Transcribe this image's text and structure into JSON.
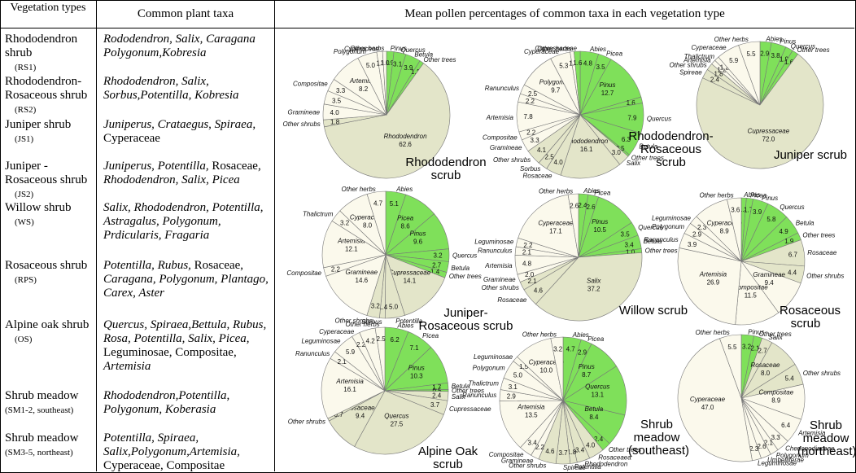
{
  "header": {
    "col1": "Vegetation types",
    "col2": "Common plant taxa",
    "col3": "Mean pollen percentages of common taxa in each vegetation type"
  },
  "rows": [
    {
      "type": "Rhododendron shrub",
      "abbr": "(RS1)",
      "taxa": "Rododendron, Salix, Caragana Polygonum,Kobresia"
    },
    {
      "type": "Rhododendron-Rosaceous shrub",
      "abbr": "(RS2)",
      "taxa": "Rhododendron, Salix, Sorbus,Potentilla, Kobresia"
    },
    {
      "type": "Juniper shrub",
      "abbr": "(JS1)",
      "taxa_italic": "Juniperus, Crataegus, Spiraea,",
      "taxa_plain": "Cyperaceae"
    },
    {
      "type": "Juniper - Rosaceous shrub",
      "abbr": "(JS2)",
      "taxa_italic": "Juniperus, Potentilla,",
      "taxa_plain": "Rosaceae,",
      "taxa_italic2": "Rhododendron, Salix, Picea"
    },
    {
      "type": "Willow shrub",
      "abbr": "(WS)",
      "taxa": "Salix, Rhododendron, Potentilla, Astragalus, Polygonum, Prdicularis, Fragaria"
    },
    {
      "type": "Rosaceous shrub",
      "abbr": "(RPS)",
      "taxa_italic": "Potentilla, Rubus,",
      "taxa_plain": "Rosaceae,",
      "taxa_italic2": "Caragana, Polygonum, Plantago, Carex, Aster"
    },
    {
      "type": "Alpine oak shrub",
      "abbr": "(OS)",
      "taxa_italic": "Quercus, Spiraea,Bettula, Rubus, Rosa, Potentilla, Salix, Picea,",
      "taxa_plain": "Leguminosae, Compositae,",
      "taxa_italic2": "Artemisia"
    },
    {
      "type": "Shrub meadow",
      "abbr": "(SM1-2, southeast)",
      "taxa": "Rhododendron,Potentilla, Polygonum, Koberasia"
    },
    {
      "type": "Shrub meadow",
      "abbr": "(SM3-5, northeast)",
      "taxa_italic": "Potentilla, Spiraea, Salix,Polygonum,Artemisia,",
      "taxa_plain": "Cyperaceae, Compositae"
    }
  ],
  "colors": {
    "tree": "#7fe05a",
    "herb": "#fbf9ec",
    "shrub": "#e3e5c9",
    "stroke": "#777777"
  },
  "chart_data": [
    {
      "type": "pie",
      "title": "Rhododendron scrub",
      "slices": [
        {
          "label": "Pinus",
          "value": 1.9,
          "group": "tree"
        },
        {
          "label": "Quercus",
          "value": 3.1,
          "group": "tree"
        },
        {
          "label": "Betula",
          "value": 3.9,
          "group": "tree"
        },
        {
          "label": "Other trees",
          "value": 1.1,
          "group": "tree"
        },
        {
          "label": "Rhododendron",
          "value": 62.6,
          "group": "shrub"
        },
        {
          "label": "Other shrubs",
          "value": 1.8,
          "group": "shrub"
        },
        {
          "label": "Gramineae",
          "value": 4.0,
          "group": "herb"
        },
        {
          "label": "",
          "value": 3.5,
          "group": "herb"
        },
        {
          "label": "Compositae",
          "value": 3.3,
          "group": "herb"
        },
        {
          "label": "Artemisia",
          "value": 8.2,
          "group": "herb"
        },
        {
          "label": "Polygonum",
          "value": 5.0,
          "group": "herb"
        },
        {
          "label": "Cyperaceae",
          "value": 1.5,
          "group": "herb"
        },
        {
          "label": "Other herbs",
          "value": 1.0,
          "group": "herb"
        }
      ]
    },
    {
      "type": "pie",
      "title": "Rhododendron-Rosaceous scrub",
      "slices": [
        {
          "label": "Abies",
          "value": 4.8,
          "group": "tree"
        },
        {
          "label": "Picea",
          "value": 3.5,
          "group": "tree"
        },
        {
          "label": "Pinus",
          "value": 12.7,
          "group": "tree"
        },
        {
          "label": "",
          "value": 1.6,
          "group": "tree"
        },
        {
          "label": "Quercus",
          "value": 7.9,
          "group": "tree"
        },
        {
          "label": "Betula",
          "value": 6.3,
          "group": "tree"
        },
        {
          "label": "Other trees",
          "value": 0.5,
          "group": "tree"
        },
        {
          "label": "Salix",
          "value": 3.0,
          "group": "shrub"
        },
        {
          "label": "Rhododendron",
          "value": 16.1,
          "group": "shrub"
        },
        {
          "label": "Rosaceae",
          "value": 4.0,
          "group": "shrub"
        },
        {
          "label": "Sorbus",
          "value": 2.5,
          "group": "shrub"
        },
        {
          "label": "Other shrubs",
          "value": 4.1,
          "group": "shrub"
        },
        {
          "label": "Gramineae",
          "value": 3.3,
          "group": "herb"
        },
        {
          "label": "Compositae",
          "value": 2.2,
          "group": "herb"
        },
        {
          "label": "Artemisia",
          "value": 7.8,
          "group": "herb"
        },
        {
          "label": "",
          "value": 2.2,
          "group": "herb"
        },
        {
          "label": "Ranunculus",
          "value": 2.5,
          "group": "herb"
        },
        {
          "label": "Polygonum",
          "value": 9.7,
          "group": "herb"
        },
        {
          "label": "Cyperaceae",
          "value": 5.3,
          "group": "herb"
        },
        {
          "label": "Other herbs",
          "value": 1.0,
          "group": "herb"
        },
        {
          "label": "Cupressaceae",
          "value": 1.6,
          "group": "tree"
        }
      ]
    },
    {
      "type": "pie",
      "title": "Juniper scrub",
      "slices": [
        {
          "label": "Abies",
          "value": 2.9,
          "group": "tree"
        },
        {
          "label": "Pinus",
          "value": 3.8,
          "group": "tree"
        },
        {
          "label": "Quercus",
          "value": 1.9,
          "group": "tree"
        },
        {
          "label": "Other trees",
          "value": 1.6,
          "group": "tree"
        },
        {
          "label": "Cupressaceae",
          "value": 72.0,
          "group": "shrub"
        },
        {
          "label": "Spireae",
          "value": 2.4,
          "group": "shrub"
        },
        {
          "label": "Other shrubs",
          "value": 1.8,
          "group": "shrub"
        },
        {
          "label": "Artemisia",
          "value": 1.2,
          "group": "herb"
        },
        {
          "label": "Thalictrum",
          "value": 1.2,
          "group": "herb"
        },
        {
          "label": "Cyperaceae",
          "value": 5.9,
          "group": "herb"
        },
        {
          "label": "Other herbs",
          "value": 5.5,
          "group": "herb"
        }
      ]
    },
    {
      "type": "pie",
      "title": "Juniper-Rosaceous scrub",
      "slices": [
        {
          "label": "Abies",
          "value": 5.1,
          "group": "tree"
        },
        {
          "label": "Picea",
          "value": 8.6,
          "group": "tree"
        },
        {
          "label": "Pinus",
          "value": 9.6,
          "group": "tree"
        },
        {
          "label": "Quercus",
          "value": 3.2,
          "group": "tree"
        },
        {
          "label": "Betula",
          "value": 2.7,
          "group": "tree"
        },
        {
          "label": "Other trees",
          "value": 1.4,
          "group": "tree"
        },
        {
          "label": "Cupressaceae",
          "value": 14.1,
          "group": "shrub"
        },
        {
          "label": "Potentilla",
          "value": 5.0,
          "group": "shrub"
        },
        {
          "label": "Sorbus",
          "value": 1.4,
          "group": "shrub"
        },
        {
          "label": "Other shrubs",
          "value": 3.2,
          "group": "shrub"
        },
        {
          "label": "Gramineae",
          "value": 14.6,
          "group": "herb"
        },
        {
          "label": "Compositae",
          "value": 2.2,
          "group": "herb"
        },
        {
          "label": "Artemisia",
          "value": 12.1,
          "group": "herb"
        },
        {
          "label": "Thalictrum",
          "value": 3.2,
          "group": "herb"
        },
        {
          "label": "Cyperaceae",
          "value": 8.0,
          "group": "herb"
        },
        {
          "label": "Other herbs",
          "value": 4.7,
          "group": "herb"
        }
      ]
    },
    {
      "type": "pie",
      "title": "Willow scrub",
      "slices": [
        {
          "label": "Abies",
          "value": 2.4,
          "group": "tree"
        },
        {
          "label": "Picea",
          "value": 2.6,
          "group": "tree"
        },
        {
          "label": "Pinus",
          "value": 10.5,
          "group": "tree"
        },
        {
          "label": "Quercus",
          "value": 3.5,
          "group": "tree"
        },
        {
          "label": "Betula",
          "value": 3.4,
          "group": "tree"
        },
        {
          "label": "Other trees",
          "value": 1.0,
          "group": "tree"
        },
        {
          "label": "Salix",
          "value": 37.2,
          "group": "shrub"
        },
        {
          "label": "Rosaceae",
          "value": 4.6,
          "group": "shrub"
        },
        {
          "label": "Other shrubs",
          "value": 2.1,
          "group": "shrub"
        },
        {
          "label": "Gramineae",
          "value": 2.0,
          "group": "herb"
        },
        {
          "label": "Artemisia",
          "value": 4.8,
          "group": "herb"
        },
        {
          "label": "Ranunculus",
          "value": 2.1,
          "group": "herb"
        },
        {
          "label": "Leguminosae",
          "value": 2.2,
          "group": "herb"
        },
        {
          "label": "Cyperaceae",
          "value": 17.1,
          "group": "herb"
        },
        {
          "label": "Other herbs",
          "value": 2.6,
          "group": "herb"
        }
      ]
    },
    {
      "type": "pie",
      "title": "Rosaceous scrub",
      "slices": [
        {
          "label": "Abies",
          "value": 1.3,
          "group": "tree"
        },
        {
          "label": "Picea",
          "value": 1.7,
          "group": "tree"
        },
        {
          "label": "Pinus",
          "value": 3.9,
          "group": "tree"
        },
        {
          "label": "Quercus",
          "value": 5.8,
          "group": "tree"
        },
        {
          "label": "Betula",
          "value": 4.9,
          "group": "tree"
        },
        {
          "label": "Other trees",
          "value": 1.9,
          "group": "tree"
        },
        {
          "label": "Rosaceae",
          "value": 6.7,
          "group": "shrub"
        },
        {
          "label": "Other shrubs",
          "value": 4.4,
          "group": "shrub"
        },
        {
          "label": "Gramineae",
          "value": 9.4,
          "group": "herb"
        },
        {
          "label": "Compositae",
          "value": 11.5,
          "group": "herb"
        },
        {
          "label": "Artemisia",
          "value": 26.9,
          "group": "herb"
        },
        {
          "label": "Ranunculus",
          "value": 3.9,
          "group": "herb"
        },
        {
          "label": "Polygonum",
          "value": 2.9,
          "group": "herb"
        },
        {
          "label": "Leguminosae",
          "value": 2.3,
          "group": "herb"
        },
        {
          "label": "Cyperaceae",
          "value": 8.9,
          "group": "herb"
        },
        {
          "label": "Other herbs",
          "value": 3.6,
          "group": "herb"
        }
      ]
    },
    {
      "type": "pie",
      "title": "Alpine Oak scrub",
      "slices": [
        {
          "label": "Abies",
          "value": 6.2,
          "group": "tree"
        },
        {
          "label": "Picea",
          "value": 7.1,
          "group": "tree"
        },
        {
          "label": "Pinus",
          "value": 10.3,
          "group": "tree"
        },
        {
          "label": "Betula",
          "value": 1.7,
          "group": "tree"
        },
        {
          "label": "Other trees",
          "value": 0.5,
          "group": "tree"
        },
        {
          "label": "Salix",
          "value": 2.4,
          "group": "shrub"
        },
        {
          "label": "Cupressaceae",
          "value": 3.7,
          "group": "shrub"
        },
        {
          "label": "Quercus",
          "value": 27.5,
          "group": "shrub"
        },
        {
          "label": "Rosaceae",
          "value": 9.4,
          "group": "shrub"
        },
        {
          "label": "Other shrubs",
          "value": 0.7,
          "group": "shrub"
        },
        {
          "label": "Artemisia",
          "value": 16.1,
          "group": "herb"
        },
        {
          "label": "Ranunculus",
          "value": 2.1,
          "group": "herb"
        },
        {
          "label": "Leguminosae",
          "value": 5.9,
          "group": "herb"
        },
        {
          "label": "Cyperaceae",
          "value": 2.2,
          "group": "herb"
        },
        {
          "label": "",
          "value": 4.2,
          "group": "herb"
        },
        {
          "label": "Other herbs",
          "value": 2.5,
          "group": "herb"
        }
      ]
    },
    {
      "type": "pie",
      "title": "Shrub meadow (southeast)",
      "slices": [
        {
          "label": "Abies",
          "value": 4.7,
          "group": "tree"
        },
        {
          "label": "Picea",
          "value": 2.9,
          "group": "tree"
        },
        {
          "label": "Pinus",
          "value": 8.7,
          "group": "tree"
        },
        {
          "label": "Quercus",
          "value": 13.1,
          "group": "tree"
        },
        {
          "label": "Betula",
          "value": 8.4,
          "group": "tree"
        },
        {
          "label": "Other trees",
          "value": 2.4,
          "group": "tree"
        },
        {
          "label": "Rosaceaea",
          "value": 4.0,
          "group": "shrub"
        },
        {
          "label": "Rhododendron",
          "value": 3.4,
          "group": "shrub"
        },
        {
          "label": "Potentilla",
          "value": 1.8,
          "group": "shrub"
        },
        {
          "label": "Spireae",
          "value": 3.7,
          "group": "shrub"
        },
        {
          "label": "Other shrubs",
          "value": 4.6,
          "group": "shrub"
        },
        {
          "label": "Gramineae",
          "value": 2.2,
          "group": "herb"
        },
        {
          "label": "Compositae",
          "value": 3.4,
          "group": "herb"
        },
        {
          "label": "Artemisia",
          "value": 13.5,
          "group": "herb"
        },
        {
          "label": "Ranunculus",
          "value": 2.9,
          "group": "herb"
        },
        {
          "label": "Thalictrum",
          "value": 3.1,
          "group": "herb"
        },
        {
          "label": "Polygonum",
          "value": 5.0,
          "group": "herb"
        },
        {
          "label": "Leguminosae",
          "value": 1.5,
          "group": "herb"
        },
        {
          "label": "Cyperaceae",
          "value": 10.0,
          "group": "herb"
        },
        {
          "label": "Other herbs",
          "value": 3.2,
          "group": "herb"
        }
      ]
    },
    {
      "type": "pie",
      "title": "Shrub meadow (northeast)",
      "slices": [
        {
          "label": "Pinus",
          "value": 3.2,
          "group": "tree"
        },
        {
          "label": "Other trees",
          "value": 2.1,
          "group": "tree"
        },
        {
          "label": "Salix",
          "value": 2.7,
          "group": "shrub"
        },
        {
          "label": "Rosaceae",
          "value": 8.0,
          "group": "shrub"
        },
        {
          "label": "Other shrubs",
          "value": 5.4,
          "group": "shrub"
        },
        {
          "label": "Compositae",
          "value": 8.9,
          "group": "herb"
        },
        {
          "label": "Artemisia",
          "value": 6.4,
          "group": "herb"
        },
        {
          "label": "Chenopodiaceae",
          "value": 3.3,
          "group": "herb"
        },
        {
          "label": "Polygonum",
          "value": 2.1,
          "group": "herb"
        },
        {
          "label": "Umbelliferae",
          "value": 2.6,
          "group": "herb"
        },
        {
          "label": "Leguminosae",
          "value": 2.3,
          "group": "herb"
        },
        {
          "label": "Cyperaceae",
          "value": 47.0,
          "group": "herb"
        },
        {
          "label": "Other herbs",
          "value": 5.5,
          "group": "herb"
        }
      ]
    }
  ]
}
